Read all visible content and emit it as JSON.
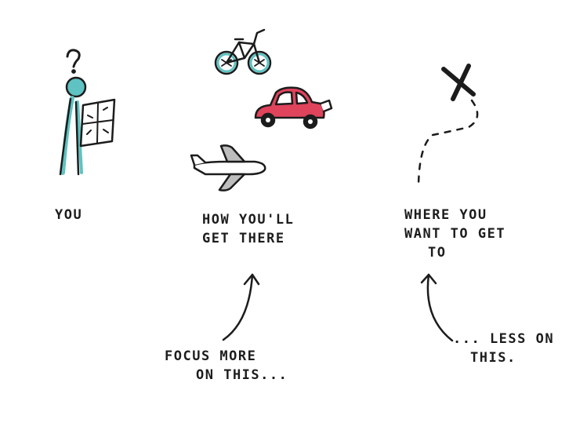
{
  "labels": {
    "you": "YOU",
    "how": [
      "HOW YOU'LL",
      "GET THERE"
    ],
    "where": [
      "WHERE YOU",
      "WANT TO GET",
      "TO"
    ],
    "focus": [
      "FOCUS MORE",
      "ON THIS..."
    ],
    "less": [
      "... LESS ON",
      "THIS."
    ]
  },
  "icons": [
    "question-mark-icon",
    "person-with-map-icon",
    "bicycle-icon",
    "car-icon",
    "airplane-icon",
    "x-mark-icon",
    "dashed-path-icon",
    "arrow-icon"
  ],
  "colors": {
    "ink": "#1c1c1c",
    "teal": "#5ec3c2",
    "car": "#e0435c",
    "plane_shade": "#bdbdbd"
  }
}
